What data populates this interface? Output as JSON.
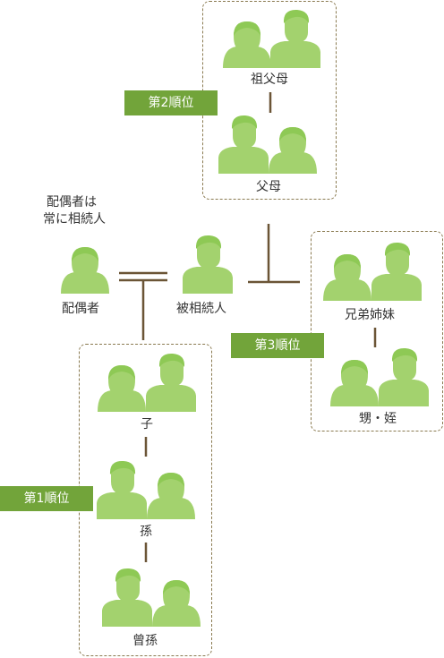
{
  "colors": {
    "person": "#a3d26e",
    "person_head": "#8ec955",
    "line": "#6b5536",
    "tag_bg": "#72a43a",
    "box_border": "#8a7a50"
  },
  "labels": {
    "grandparents": "祖父母",
    "parents": "父母",
    "spouse_note_line1": "配偶者は",
    "spouse_note_line2": "常に相続人",
    "spouse": "配偶者",
    "decedent": "被相続人",
    "siblings": "兄弟姉妹",
    "nephews": "甥・姪",
    "child": "子",
    "grandchild": "孫",
    "great_grandchild": "曾孫"
  },
  "tags": {
    "rank2": "第2順位",
    "rank3": "第3順位",
    "rank1": "第1順位"
  }
}
